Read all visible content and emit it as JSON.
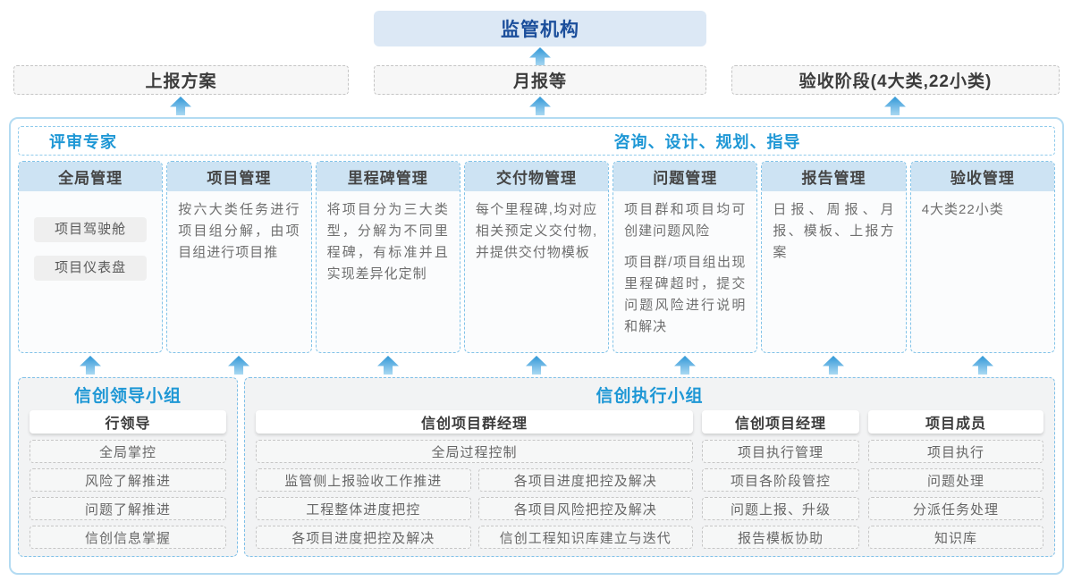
{
  "colors": {
    "accent_blue": "#1e97d5",
    "dark_blue": "#1b4e9b",
    "regulator_bg": "#dce8f5",
    "column_header_bg": "#cde3f3",
    "container_border": "#b3dbf2",
    "arrow_gradient_top": "#2e97d6",
    "arrow_gradient_bottom": "#a9d9f2"
  },
  "top": {
    "regulator": "监管机构",
    "channels": [
      "上报方案",
      "月报等",
      "验收阶段(4大类,22小类)"
    ]
  },
  "platform": {
    "expert_label": "评审专家",
    "advisory_label": "咨询、设计、规划、指导",
    "columns": [
      {
        "title": "全局管理",
        "pills": [
          "项目驾驶舱",
          "项目仪表盘"
        ]
      },
      {
        "title": "项目管理",
        "paras": [
          "按六大类任务进行项目组分解，由项目组进行项目推"
        ]
      },
      {
        "title": "里程碑管理",
        "paras": [
          "将项目分为三大类型，分解为不同里程碑，有标准并且实现差异化定制"
        ]
      },
      {
        "title": "交付物管理",
        "paras": [
          "每个里程碑,均对应相关预定义交付物,并提供交付物模板"
        ]
      },
      {
        "title": "问题管理",
        "paras": [
          "项目群和项目均可创建问题风险",
          "项目群/项目组出现里程碑超时，提交问题风险进行说明和解决"
        ]
      },
      {
        "title": "报告管理",
        "paras": [
          "日报、周报、月报、模板、上报方案"
        ]
      },
      {
        "title": "验收管理",
        "paras": [
          "4大类22小类"
        ]
      }
    ]
  },
  "groups": {
    "leadership": {
      "title": "信创领导小组",
      "role": "行领导",
      "items": [
        "全局掌控",
        "风险了解推进",
        "问题了解推进",
        "信创信息掌握"
      ]
    },
    "execution": {
      "title": "信创执行小组",
      "program_manager": {
        "role": "信创项目群经理",
        "full_item": "全局过程控制",
        "grid_items": [
          "监管侧上报验收工作推进",
          "各项目进度把控及解决",
          "工程整体进度把控",
          "各项目风险把控及解决",
          "各项目进度把控及解决",
          "信创工程知识库建立与迭代"
        ]
      },
      "project_manager": {
        "role": "信创项目经理",
        "items": [
          "项目执行管理",
          "项目各阶段管控",
          "问题上报、升级",
          "报告模板协助"
        ]
      },
      "member": {
        "role": "项目成员",
        "items": [
          "项目执行",
          "问题处理",
          "分派任务处理",
          "知识库"
        ]
      }
    }
  }
}
